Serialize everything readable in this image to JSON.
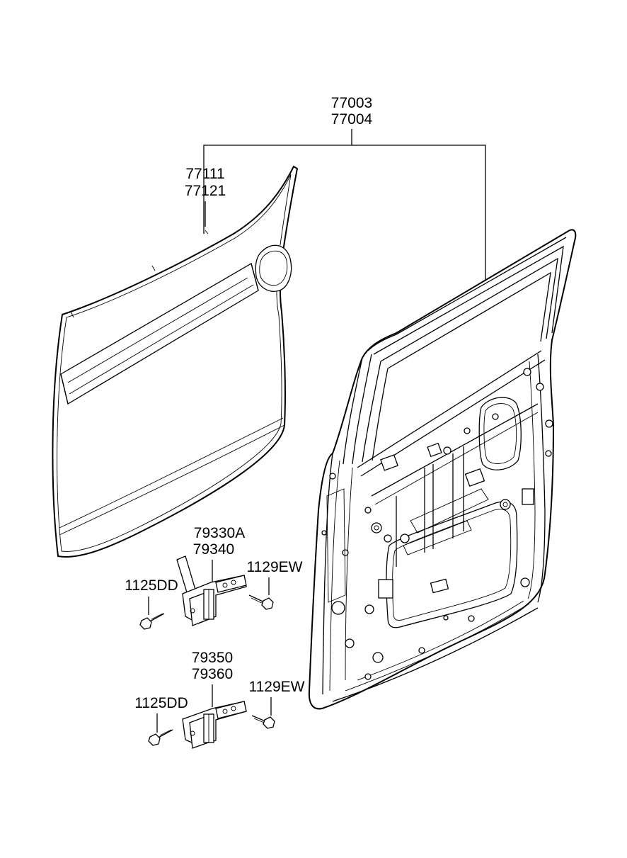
{
  "labels": {
    "door_assy_1": "77003",
    "door_assy_2": "77004",
    "outer_panel_1": "77111",
    "outer_panel_2": "77121",
    "upper_hinge_1": "79330A",
    "upper_hinge_2": "79340",
    "lower_hinge_1": "79350",
    "lower_hinge_2": "79360",
    "bolt_upper_left": "1125DD",
    "bolt_upper_right": "1129EW",
    "bolt_lower_left": "1125DD",
    "bolt_lower_right": "1129EW"
  }
}
